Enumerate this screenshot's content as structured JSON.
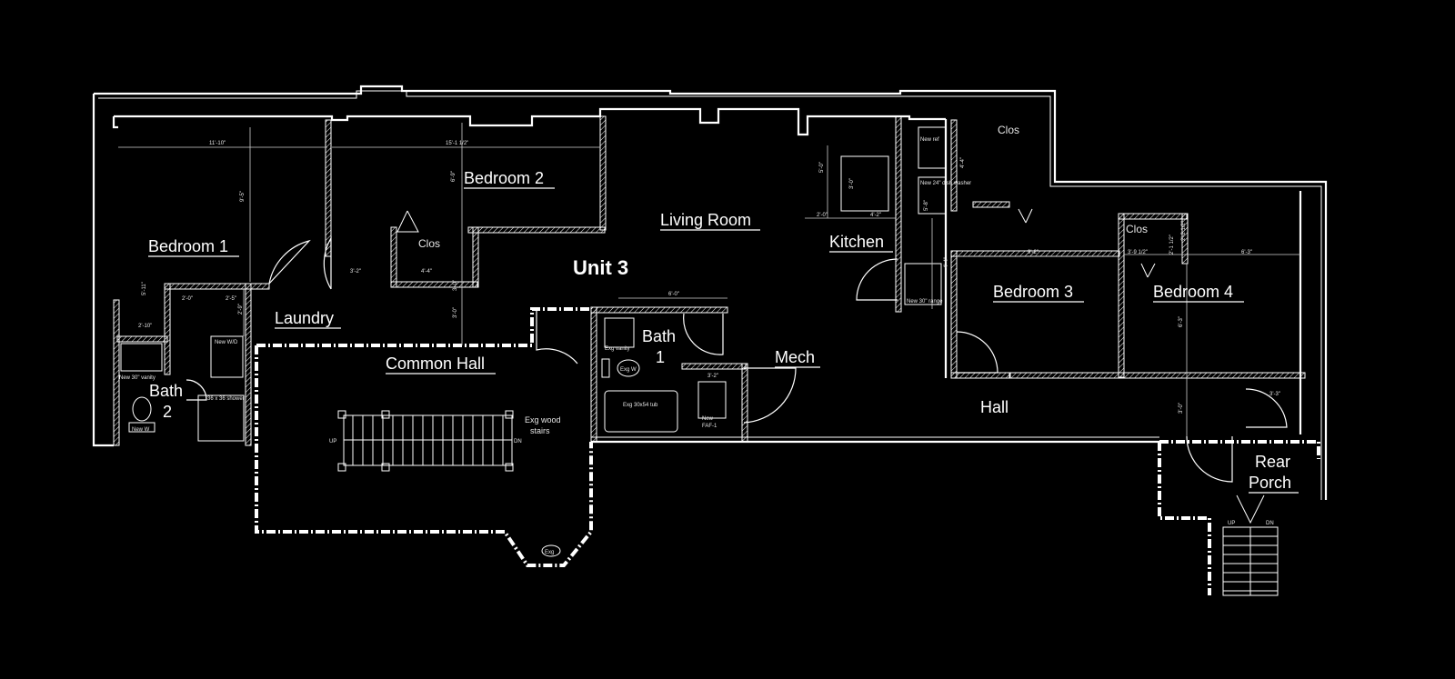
{
  "title": "Unit 3",
  "rooms": {
    "bedroom1": "Bedroom 1",
    "bedroom2": "Bedroom 2",
    "bedroom3": "Bedroom 3",
    "bedroom4": "Bedroom 4",
    "living": "Living Room",
    "kitchen": "Kitchen",
    "laundry": "Laundry",
    "common_hall": "Common Hall",
    "bath1_a": "Bath",
    "bath1_b": "1",
    "bath2_a": "Bath",
    "bath2_b": "2",
    "mech": "Mech",
    "hall": "Hall",
    "rear_a": "Rear",
    "rear_b": "Porch",
    "clos_a": "Clos",
    "clos_b": "Clos",
    "clos_c": "Clos"
  },
  "notes": {
    "stairs_a": "Exg wood",
    "stairs_b": "stairs",
    "up": "UP",
    "dn": "DN",
    "up2": "UP",
    "dn2": "DN",
    "exg": "Exg",
    "tub": "Exg 30x54 tub",
    "wc": "Exg W",
    "vanity1": "Exg vanity",
    "faf": "New",
    "faf2": "FAF-1",
    "vanity2": "New 30\" vanity",
    "wc2": "New W",
    "shower": "36 x 36 shower",
    "wd": "New W/D",
    "new_fr": "New ref",
    "new_dw": "New 24\" dish washer",
    "new_range": "New 30\" range"
  },
  "dims": {
    "d1": "11'-10\"",
    "d2": "15'-1 1/2\"",
    "d3": "9'-5\"",
    "d4": "6'-9\"",
    "d5": "3'-2\"",
    "d6": "4'-4\"",
    "d7": "3'-0\"",
    "d8": "2'-0\"",
    "d9": "2'-5\"",
    "d10": "2'-9\"",
    "d11": "6'-0\"",
    "d12": "3'-2\"",
    "d13": "5'-0\"",
    "d14": "3'-0\"",
    "d15": "2'-0\"",
    "d16": "4'-2\"",
    "d17": "5'-8\"",
    "d18": "4'-4\"",
    "d19": "4'-4\"",
    "d20": "9'-2\"",
    "d21": "3'-9 1/2\"",
    "d22": "6'-3\"",
    "d23": "6'-3\"",
    "d24": "3'-0\"",
    "d25": "3'-3\"",
    "d26": "2'-2 1/2\"",
    "d27": "2'-1 1/2\"",
    "d28": "5'-11\"",
    "d29": "2'-10\"",
    "d30": "3'-0\""
  },
  "colors": {
    "background": "#000000",
    "lines": "#ffffff"
  }
}
